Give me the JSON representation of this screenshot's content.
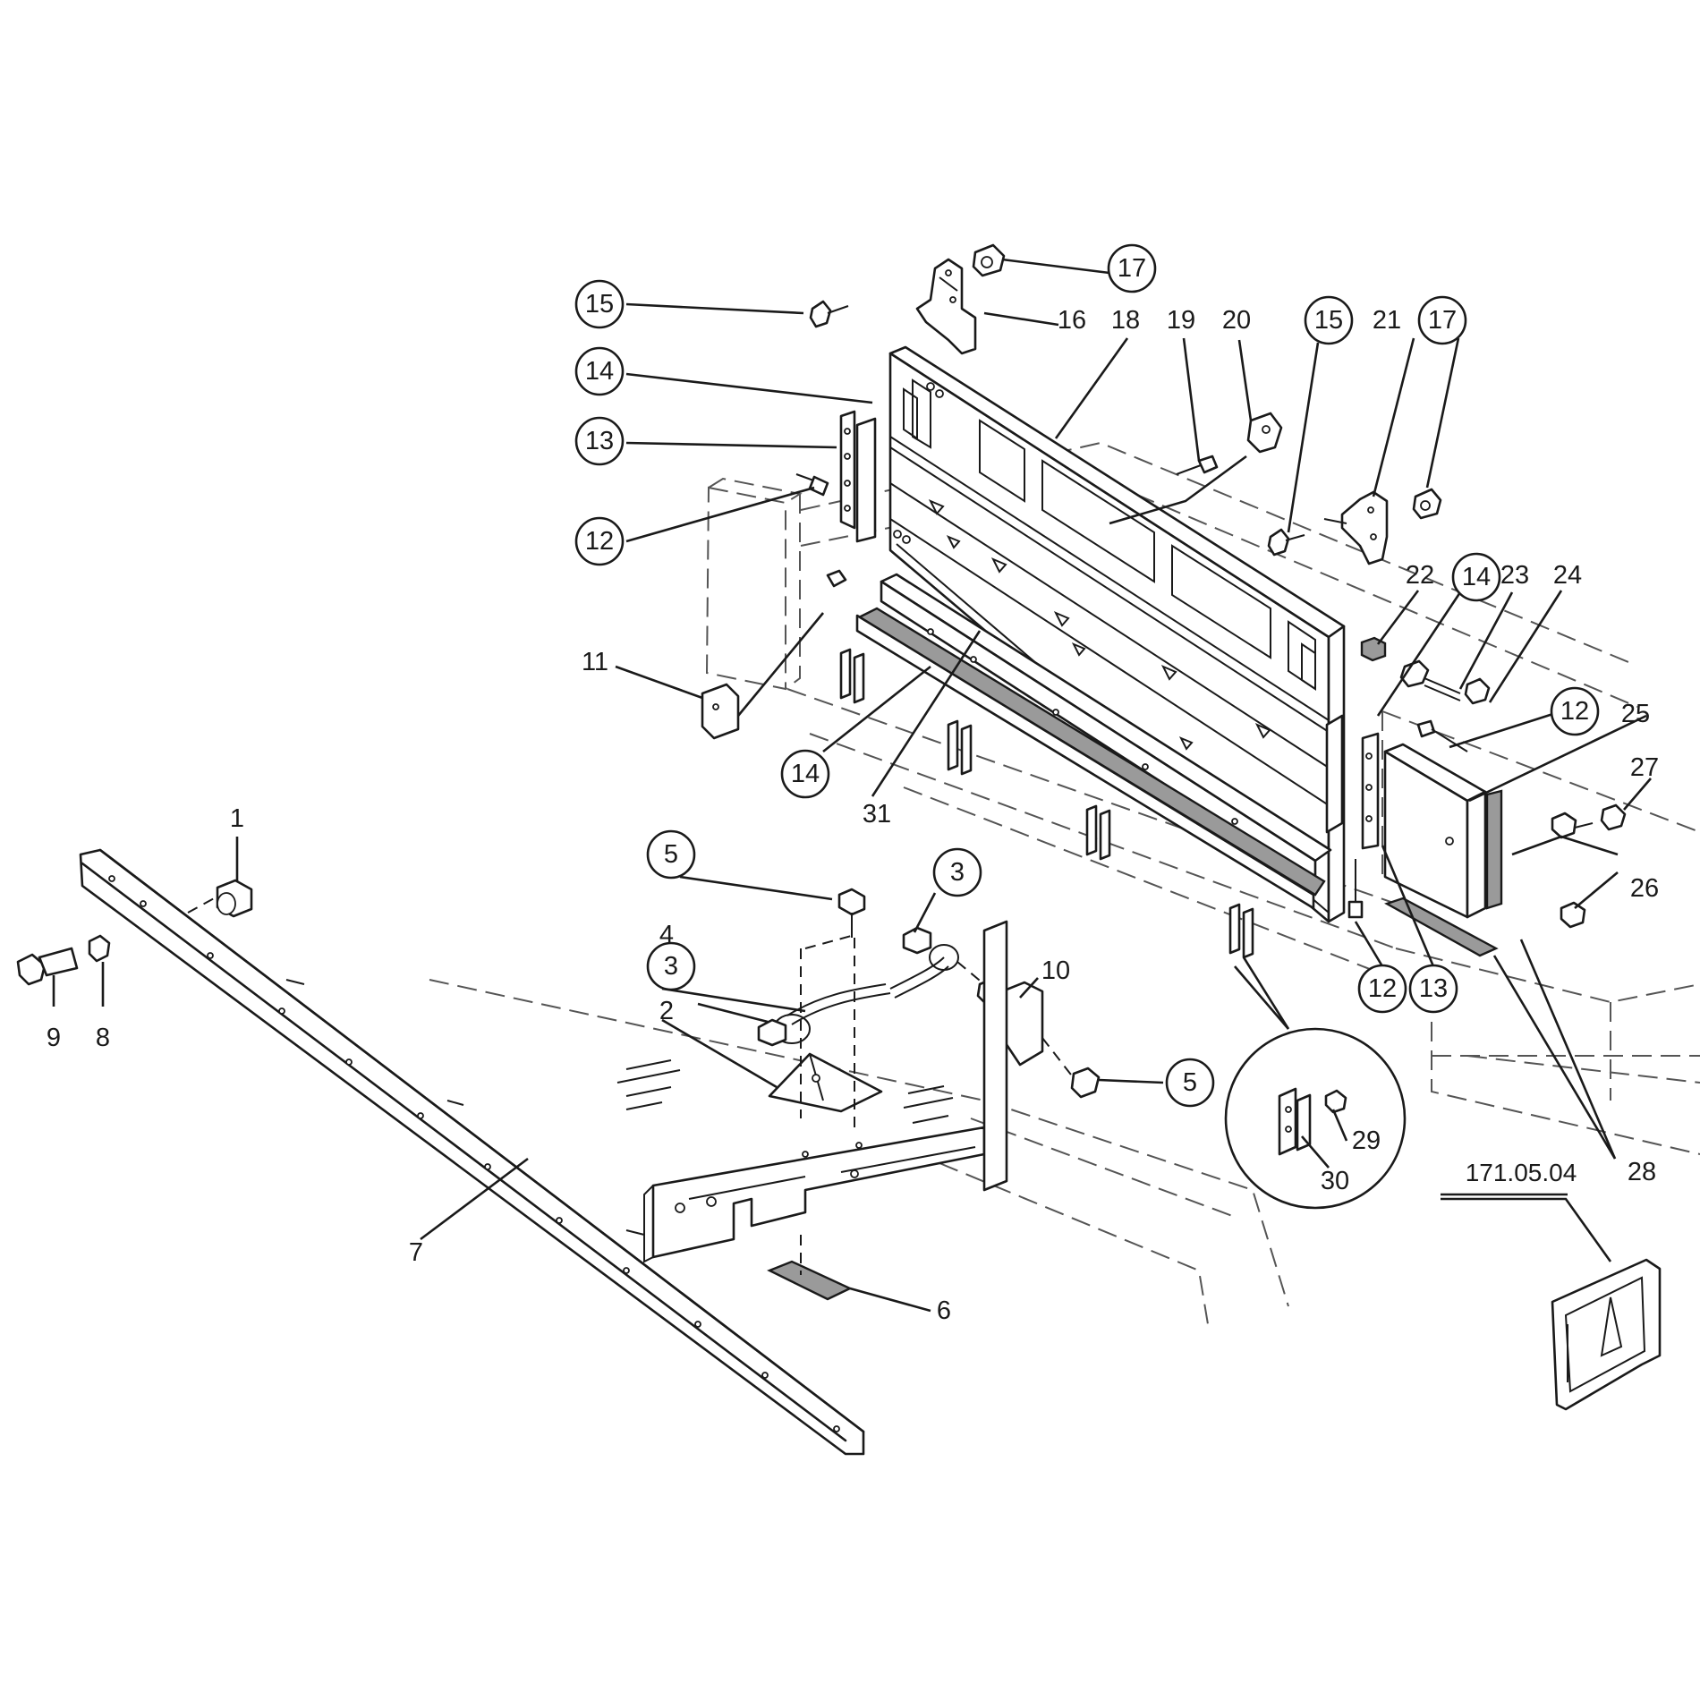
{
  "diagram": {
    "reference_code": "171.05.04",
    "callouts": [
      {
        "id": "c1",
        "label": "1",
        "circled": false
      },
      {
        "id": "c2",
        "label": "2",
        "circled": false
      },
      {
        "id": "c3a",
        "label": "3",
        "circled": true
      },
      {
        "id": "c3b",
        "label": "3",
        "circled": true
      },
      {
        "id": "c4",
        "label": "4",
        "circled": false
      },
      {
        "id": "c5a",
        "label": "5",
        "circled": true
      },
      {
        "id": "c5b",
        "label": "5",
        "circled": true
      },
      {
        "id": "c6",
        "label": "6",
        "circled": false
      },
      {
        "id": "c7",
        "label": "7",
        "circled": false
      },
      {
        "id": "c8",
        "label": "8",
        "circled": false
      },
      {
        "id": "c9",
        "label": "9",
        "circled": false
      },
      {
        "id": "c10",
        "label": "10",
        "circled": false
      },
      {
        "id": "c11",
        "label": "11",
        "circled": false
      },
      {
        "id": "c12a",
        "label": "12",
        "circled": true
      },
      {
        "id": "c12b",
        "label": "12",
        "circled": true
      },
      {
        "id": "c12c",
        "label": "12",
        "circled": true
      },
      {
        "id": "c13a",
        "label": "13",
        "circled": true
      },
      {
        "id": "c13b",
        "label": "13",
        "circled": true
      },
      {
        "id": "c14a",
        "label": "14",
        "circled": true
      },
      {
        "id": "c14b",
        "label": "14",
        "circled": true
      },
      {
        "id": "c14c",
        "label": "14",
        "circled": true
      },
      {
        "id": "c15a",
        "label": "15",
        "circled": true
      },
      {
        "id": "c15b",
        "label": "15",
        "circled": true
      },
      {
        "id": "c16",
        "label": "16",
        "circled": false
      },
      {
        "id": "c17a",
        "label": "17",
        "circled": true
      },
      {
        "id": "c17b",
        "label": "17",
        "circled": true
      },
      {
        "id": "c18",
        "label": "18",
        "circled": false
      },
      {
        "id": "c19",
        "label": "19",
        "circled": false
      },
      {
        "id": "c20",
        "label": "20",
        "circled": false
      },
      {
        "id": "c21",
        "label": "21",
        "circled": false
      },
      {
        "id": "c22",
        "label": "22",
        "circled": false
      },
      {
        "id": "c23",
        "label": "23",
        "circled": false
      },
      {
        "id": "c24",
        "label": "24",
        "circled": false
      },
      {
        "id": "c25",
        "label": "25",
        "circled": false
      },
      {
        "id": "c26",
        "label": "26",
        "circled": false
      },
      {
        "id": "c27",
        "label": "27",
        "circled": false
      },
      {
        "id": "c28",
        "label": "28",
        "circled": false
      },
      {
        "id": "c29",
        "label": "29",
        "circled": false
      },
      {
        "id": "c30",
        "label": "30",
        "circled": false
      },
      {
        "id": "c31",
        "label": "31",
        "circled": false
      }
    ]
  }
}
